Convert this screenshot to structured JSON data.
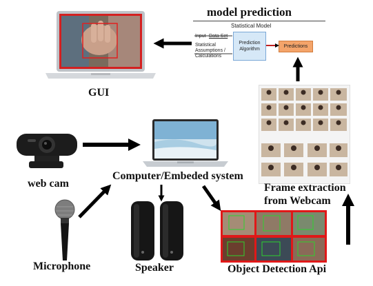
{
  "labels": {
    "model_prediction": "model prediction",
    "gui": "GUI",
    "web_cam": "web cam",
    "computer": "Computer/Embeded system",
    "frame_extraction_line1": "Frame extraction",
    "frame_extraction_line2": "from Webcam",
    "microphone": "Microphone",
    "speaker": "Speaker",
    "object_detection": "Object Detection Api"
  },
  "statistical_model": {
    "title": "Statistical Model",
    "input": "Input",
    "data_set": "Data Set",
    "assumptions": "Statistical Assumptions / Calculations",
    "prediction_algorithm": "Prediction Algorithm",
    "predictions": "Predictions"
  },
  "colors": {
    "arrow": "#000000",
    "gui_frame": "#d42020",
    "detection_frame": "#e01818",
    "prediction_box": "#d6e8f7",
    "prediction_box_border": "#7aa7d6",
    "predictions_box": "#f4a46a"
  },
  "icons": [
    "laptop-gui-icon",
    "webcam-icon",
    "laptop-computer-icon",
    "microphone-icon",
    "speaker-icon"
  ]
}
